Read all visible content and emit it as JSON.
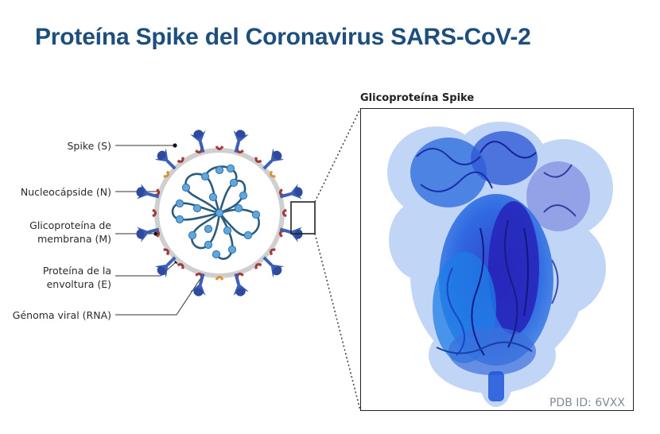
{
  "title": "Proteína Spike del Coronavirus SARS-CoV-2",
  "labels": {
    "spike": "Spike (S)",
    "nucleocapsid": "Nucleocápside (N)",
    "membrane_line1": "Glicoproteína de",
    "membrane_line2": "membrana (M)",
    "envelope_line1": "Proteína de la",
    "envelope_line2": "envoltura (E)",
    "genome": "Génoma viral (RNA)"
  },
  "panel": {
    "title": "Glicoproteína Spike",
    "pdb_id": "PDB ID: 6VXX"
  },
  "colors": {
    "title": "#1d4e7e",
    "spike": "#3e5fb5",
    "membrane_protein": "#a33a3a",
    "envelope_protein": "#d9933a",
    "nucleocapsid_bead": "#5fa8de",
    "rna": "#2b5c7e",
    "protein_blue": "#1a3fd6"
  }
}
